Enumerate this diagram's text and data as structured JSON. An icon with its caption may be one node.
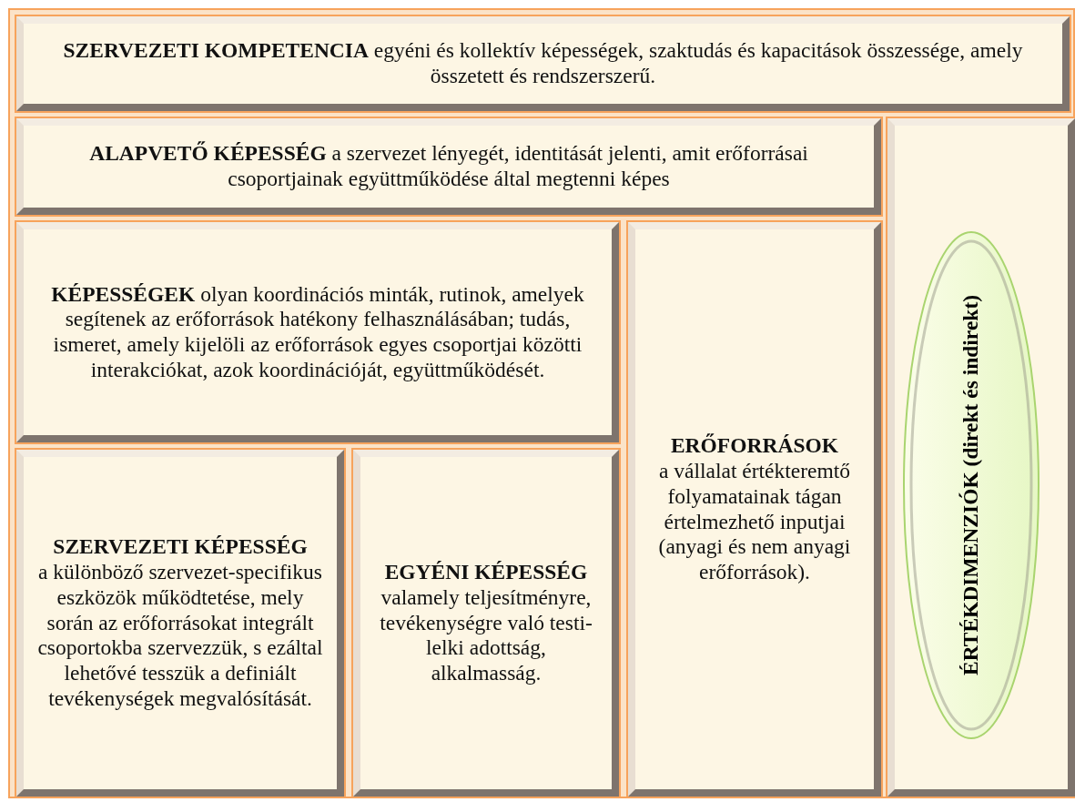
{
  "diagram": {
    "nodes": [
      {
        "text": [
          "**SZERVEZETI KOMPETENCIA** egyéni és kollektív képességek, szaktudás és kapacitások összessége, amely összetett és rendszerszerű."
        ]
      },
      {
        "text": [
          "**ALAPVETŐ KÉPESSÉG** a szervezet lényegét, identitását jelenti, amit erőforrásai csoportjainak együttműködése által megtenni képes"
        ]
      },
      {
        "text": [],
        "shape": "box"
      },
      {
        "text": [
          "ÉRTÉKDIMENZIÓK (direkt és indirekt)"
        ],
        "in": 2
      },
      {
        "text": [
          "**KÉPESSÉGEK** olyan koordinációs minták, rutinok, amelyek segítenek az erőforrások hatékony felhasználásában; tudás, ismeret, amely kijelöli az erőforrások egyes csoportjai közötti interakciókat, azok koordinációját, együttműködését."
        ]
      },
      {
        "text": [
          "ERŐFORRÁSOK",
          "a vállalat értékteremtő folyamatainak tágan értelmezhető inputjai (anyagi és nem anyagi erőforrások)."
        ]
      },
      {
        "text": [
          "SZERVEZETI KÉPESSÉG",
          "a különböző szervezet-specifikus eszközök működtetése, mely során az erőforrásokat integrált csoportokba szervezzük, s ezáltal lehetővé tesszük a definiált tevékenységek megvalósítását."
        ]
      },
      {
        "text": [
          "EGYÉNI KÉPESSÉG",
          "valamely teljesítményre, tevékenységre való testi-lelki adottság, alkalmasság."
        ]
      }
    ]
  }
}
